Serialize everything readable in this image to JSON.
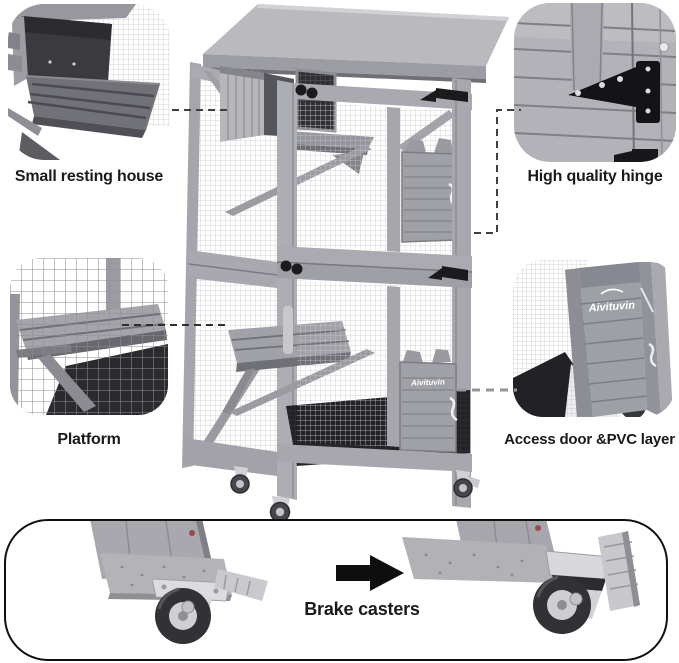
{
  "brand": {
    "logo_text": "Aivituvin"
  },
  "callouts": {
    "resting_house": {
      "label": "Small resting house"
    },
    "hinge": {
      "label": "High quality hinge"
    },
    "platform": {
      "label": "Platform"
    },
    "access_door": {
      "label": "Access door &PVC layer"
    },
    "brake_casters": {
      "label": "Brake casters"
    }
  },
  "colors": {
    "background": "#ffffff",
    "label_text": "#1a1a1a",
    "wood_gray_light": "#b0b0b6",
    "wood_gray": "#a3a3a9",
    "wood_gray_dark": "#7c7c83",
    "mesh_line": "#c6c6cb",
    "dark_interior": "#38383d",
    "pvc_floor_black": "#232327",
    "hardware_black": "#17171a",
    "caster_metal": "#d5d5d9",
    "connector_dark": "#3f3f3f",
    "connector_light": "#95959a",
    "callout_border": "#101010"
  }
}
